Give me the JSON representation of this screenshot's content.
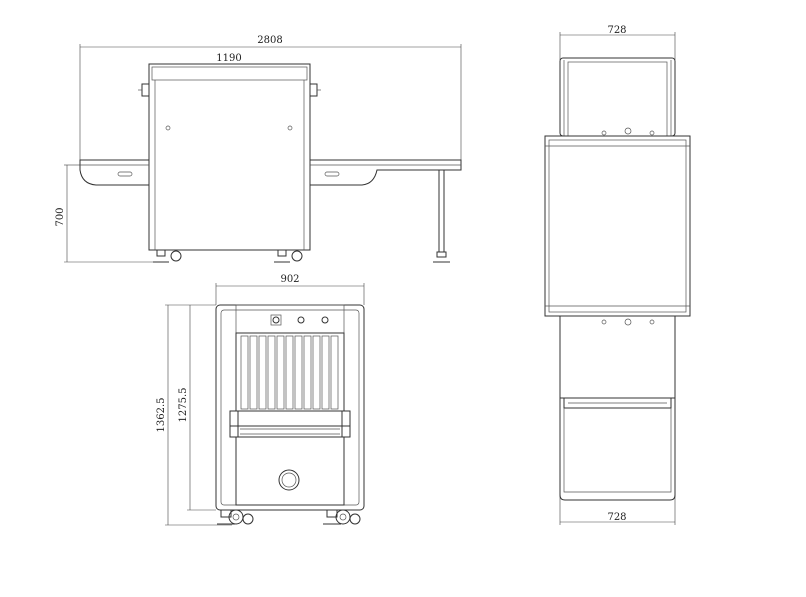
{
  "dimensions": {
    "front_overall_width": "2808",
    "front_tunnel_width": "1190",
    "front_height": "700",
    "side_width": "902",
    "side_height_total": "1362.5",
    "side_height_inner": "1275.5",
    "top_width_upper": "728",
    "top_width_lower": "728"
  },
  "colors": {
    "line": "#333333",
    "background": "#ffffff"
  }
}
